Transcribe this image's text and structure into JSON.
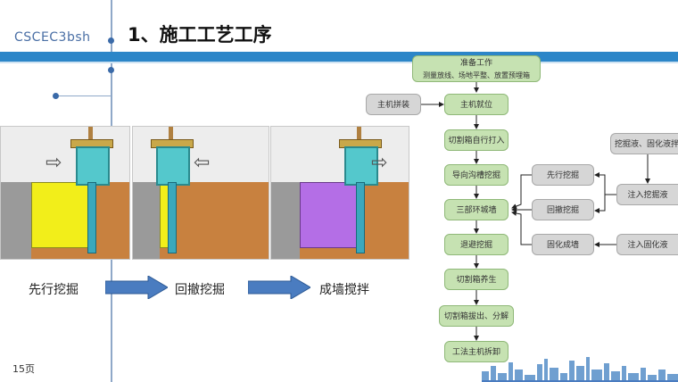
{
  "header": {
    "brand": "CSCEC3bsh",
    "title": "1、施工工艺工序"
  },
  "steps": {
    "step1": "先行挖掘",
    "step2": "回撤挖掘",
    "step3": "成墙搅拌"
  },
  "flowchart": {
    "prep_line1": "准备工作",
    "prep_line2": "测量放线、场地平整、放置预埋箱",
    "main_assembly": "主机拼装",
    "main_position": "主机就位",
    "cut_box_drive": "切割箱自行打入",
    "guide_trench": "导向沟槽挖掘",
    "three_step_wall": "三部环城墙",
    "retreat_excavation": "退避挖掘",
    "cut_box_cure": "切割箱养生",
    "cut_box_extract": "切割箱拔出、分解",
    "dismantle": "工法主机拆卸",
    "first_excavation": "先行挖掘",
    "retract_excavation": "回撤挖掘",
    "solidify_wall": "固化成墙",
    "mixing_fluid": "挖掘液、固化液拌制",
    "inject_excavation_fluid": "注入挖掘液",
    "inject_curing_fluid": "注入固化液"
  },
  "footer": {
    "page": "15页"
  },
  "colors": {
    "band": "#2c86c8",
    "green_node": "#c6e2b2",
    "gray_node": "#d6d6d6",
    "arrow_blue": "#4a7cc0",
    "wall_yellow": "#f2ee1a",
    "wall_purple": "#b46ee6",
    "soil": "#c8813f"
  }
}
